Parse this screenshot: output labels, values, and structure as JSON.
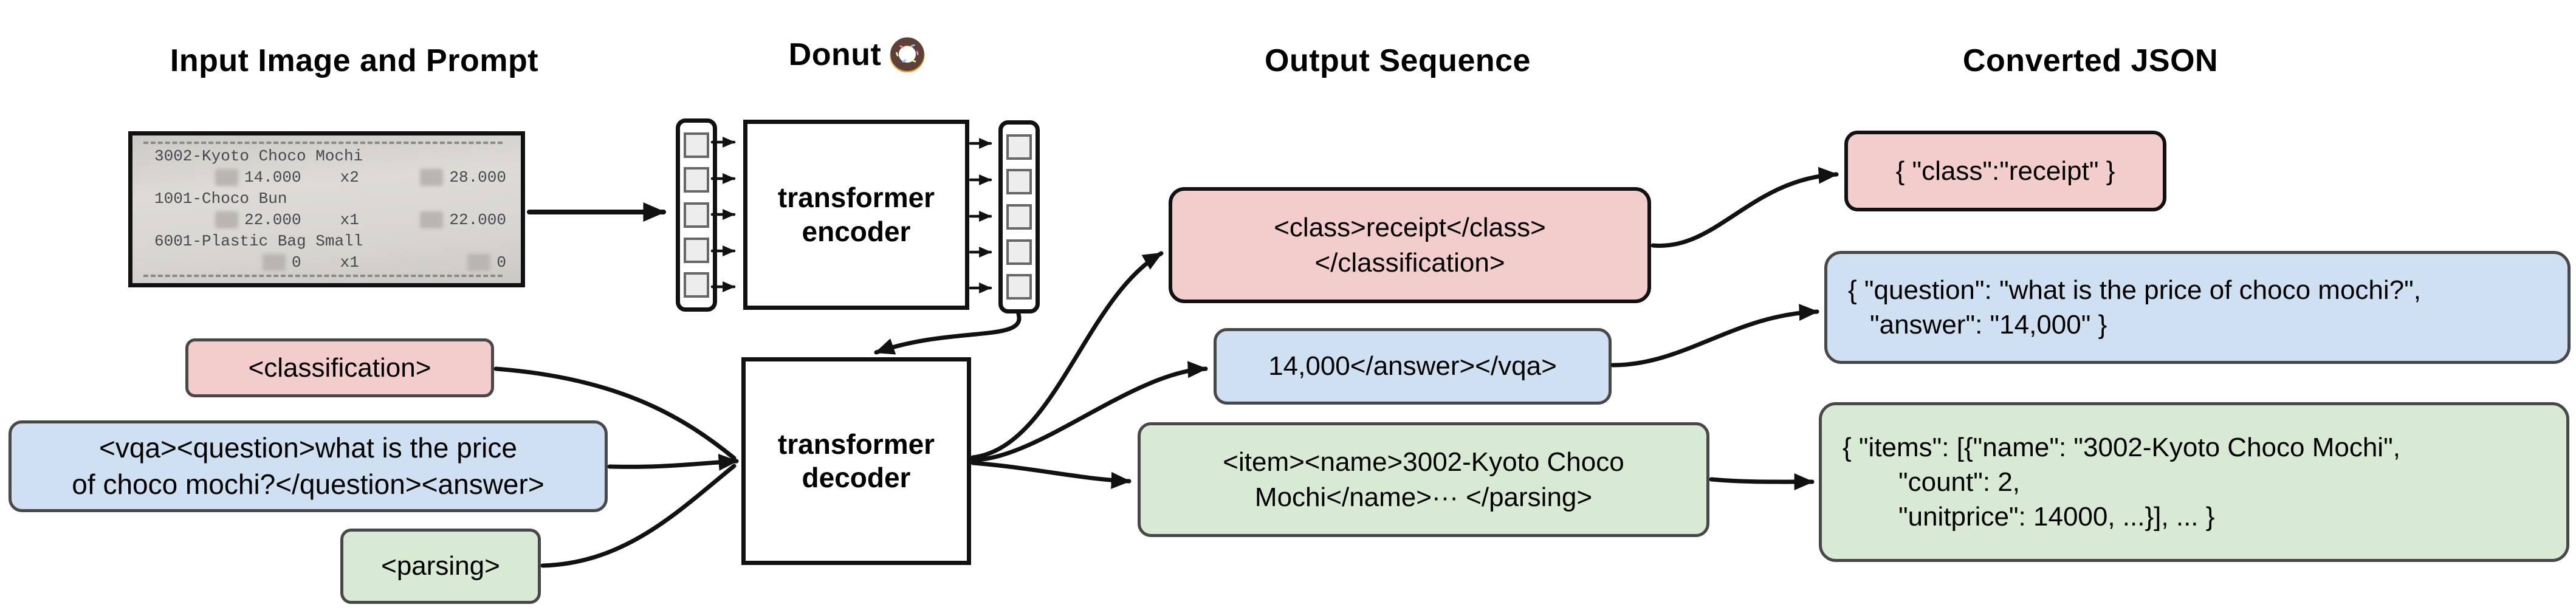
{
  "titles": {
    "input": "Input Image and Prompt",
    "model": "Donut",
    "model_icon": "donut-emoji",
    "output": "Output Sequence",
    "json": "Converted JSON"
  },
  "receipt": {
    "items": [
      {
        "name": "3002-Kyoto Choco Mochi",
        "unitprice": "14.000",
        "qty": "x2",
        "total": "28.000"
      },
      {
        "name": "1001-Choco Bun",
        "unitprice": "22.000",
        "qty": "x1",
        "total": "22.000"
      },
      {
        "name": "6001-Plastic Bag Small",
        "unitprice": "0",
        "qty": "x1",
        "total": "0"
      }
    ]
  },
  "model": {
    "encoder_label": "transformer encoder",
    "decoder_label": "transformer decoder"
  },
  "prompts": {
    "classification": {
      "text": "<classification>"
    },
    "vqa": {
      "line1": "<vqa><question>what is the price",
      "line2": "of choco mochi?</question><answer>"
    },
    "parsing": {
      "text": "<parsing>"
    }
  },
  "outputs": {
    "classification": {
      "line1": "<class>receipt</class>",
      "line2": "</classification>"
    },
    "vqa": {
      "text": "14,000</answer></vqa>"
    },
    "parsing": {
      "line1": "<item><name>3002-Kyoto Choco",
      "line2": "Mochi</name>··· </parsing>"
    }
  },
  "converted_json": {
    "classification": {
      "text": "{ \"class\":\"receipt\" }"
    },
    "vqa": {
      "line1": "{ \"question\": \"what is the price of choco mochi?\",",
      "line2": "\"answer\": \"14,000\" }"
    },
    "parsing": {
      "line1": "{ \"items\": [{\"name\": \"3002-Kyoto Choco Mochi\",",
      "line2": "\"count\": 2,",
      "line3": "\"unitprice\": 14000, ...}], ... }"
    }
  },
  "colors": {
    "pink": "#f3cdcc",
    "blue": "#cfe0f2",
    "green": "#d9ead4",
    "border_gray": "#484848",
    "border_black": "#111111",
    "arrow": "#111111"
  }
}
